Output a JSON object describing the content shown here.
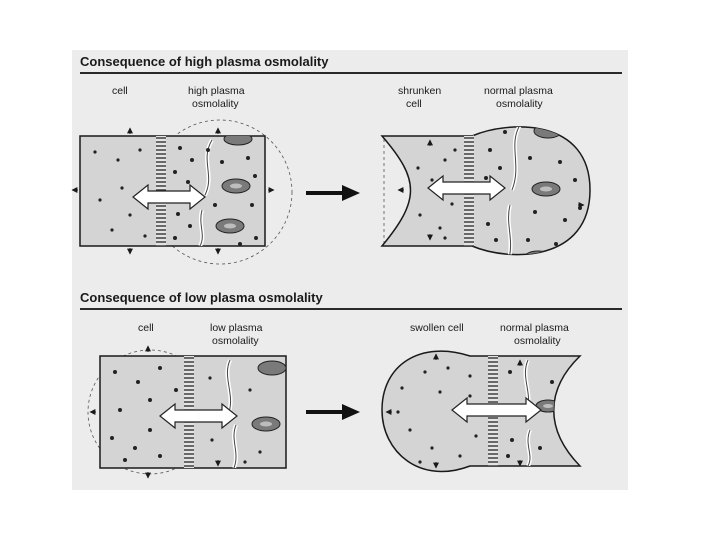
{
  "panels": [
    {
      "title": "Consequence of high plasma osmolality",
      "left_labels": [
        "cell",
        "high plasma",
        "osmolality"
      ],
      "right_labels": [
        "shrunken",
        "cell",
        "normal plasma",
        "osmolality"
      ]
    },
    {
      "title": "Consequence of low plasma osmolality",
      "left_labels": [
        "cell",
        "low plasma",
        "osmolality"
      ],
      "right_labels": [
        "swollen cell",
        "normal plasma",
        "osmolality"
      ]
    }
  ],
  "colors": {
    "background": "#ececec",
    "cell_fill": "#d4d4d4",
    "ink": "#1a1a1a",
    "rbc_fill": "#7a7a7a"
  }
}
